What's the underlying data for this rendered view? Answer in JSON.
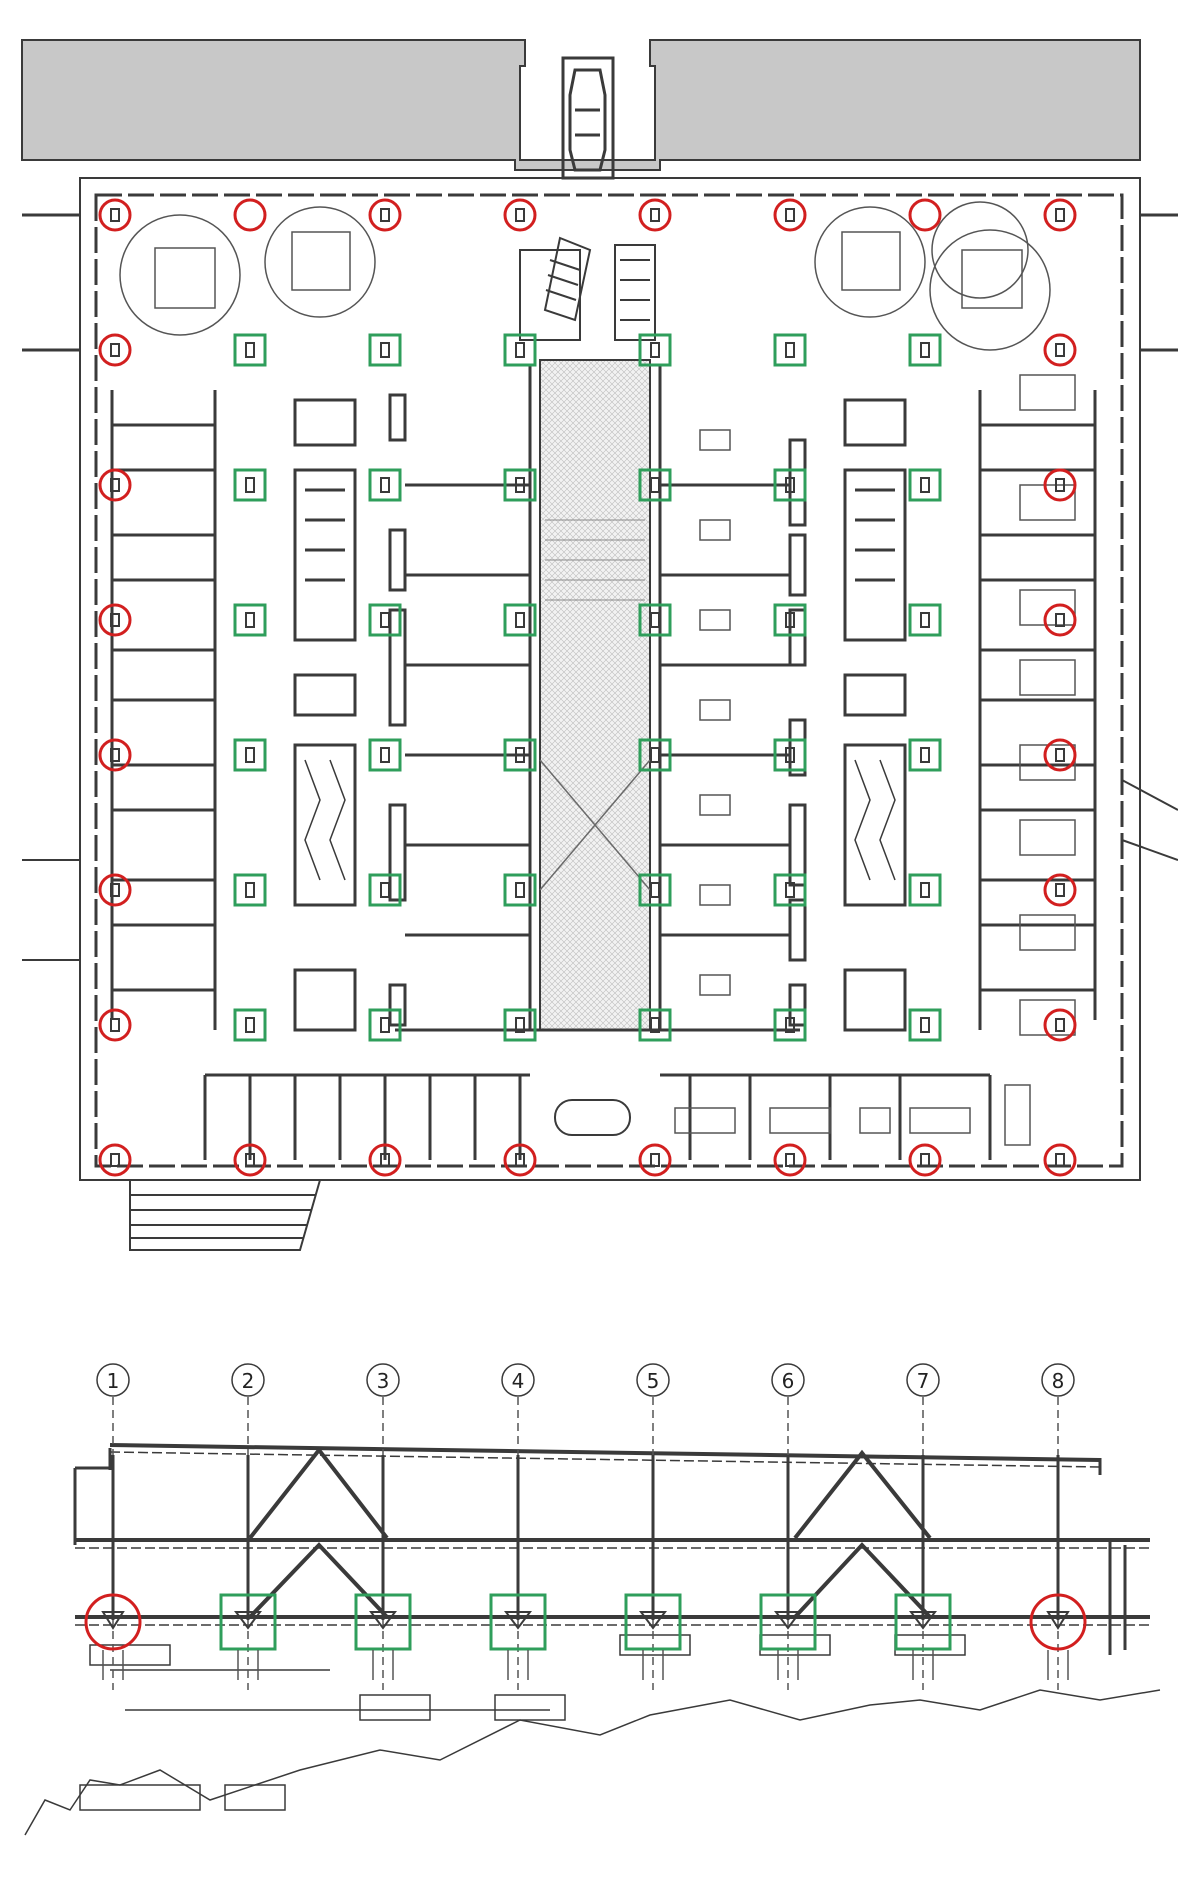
{
  "colors": {
    "perimeter_marker": "#d21f1f",
    "interior_marker": "#2f9e5b",
    "line": "#3a3a3a",
    "light_line": "#8a8a8a",
    "service_fill": "#c8c8c8",
    "hatch_fill": "#e4e4e4"
  },
  "plan": {
    "column_lines": 8,
    "row_lines": 8,
    "perimeter_marker_shape": "circle",
    "interior_marker_shape": "square"
  },
  "section": {
    "grid_labels": [
      "1",
      "2",
      "3",
      "4",
      "5",
      "6",
      "7",
      "8"
    ],
    "end_markers": "circle",
    "intermediate_markers": "square"
  },
  "icons": [
    "elevator-icon",
    "escalator-icon",
    "stair-icon",
    "conference-table-icon"
  ]
}
